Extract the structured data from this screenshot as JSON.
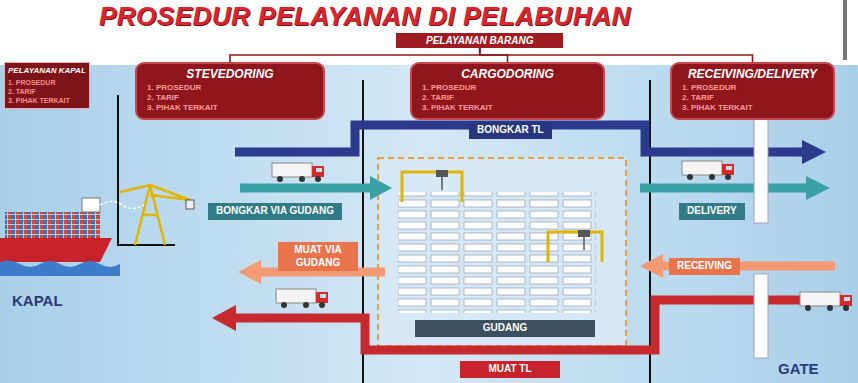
{
  "diagram": {
    "title": "PROSEDUR PELAYANAN DI PELABUHAN",
    "nodes": [
      {
        "text": [
          "PELAYANAN BARANG"
        ]
      },
      {
        "text": [
          "PELAYANAN KAPAL",
          "1. PROSEDUR",
          "2. TARIF",
          "3. PIHAK TERKAIT"
        ]
      },
      {
        "text": [
          "STEVEDORING",
          "1. PROSEDUR",
          "2. TARIF",
          "3. PIHAK TERKAIT"
        ]
      },
      {
        "text": [
          "CARGODORING",
          "1. PROSEDUR",
          "2. TARIF",
          "3. PIHAK TERKAIT"
        ]
      },
      {
        "text": [
          "RECEIVING/DELIVERY",
          "1. PROSEDUR",
          "2. TARIF",
          "3. PIHAK TERKAIT"
        ]
      },
      {
        "text": [
          "BONGKAR TL"
        ]
      },
      {
        "text": [
          "BONGKAR VIA GUDANG"
        ]
      },
      {
        "text": [
          "DELIVERY"
        ]
      },
      {
        "text": [
          "MUAT VIA GUDANG"
        ]
      },
      {
        "text": [
          "RECEIVING"
        ]
      },
      {
        "text": [
          "GUDANG"
        ]
      },
      {
        "text": [
          "MUAT TL"
        ]
      }
    ],
    "edges": [
      {
        "from": 0,
        "to": 2,
        "arrow": "none"
      },
      {
        "from": 0,
        "to": 3,
        "arrow": "none"
      },
      {
        "from": 0,
        "to": 4,
        "arrow": "none"
      }
    ],
    "labels": [
      "KAPAL",
      "GATE"
    ]
  }
}
